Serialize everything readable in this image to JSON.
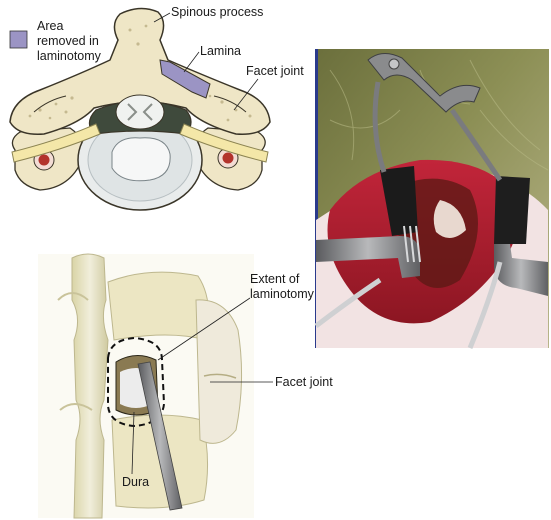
{
  "legend": {
    "swatch_color": "#9b94c4",
    "lines": [
      "Area",
      "removed in",
      "laminotomy"
    ]
  },
  "top_panel": {
    "spinous_process": "Spinous process",
    "lamina": "Lamina",
    "facet_joint": "Facet joint"
  },
  "bottom_panel": {
    "extent_lines": [
      "Extent of",
      "laminotomy"
    ],
    "facet_joint": "Facet joint",
    "dura": "Dura"
  },
  "colors": {
    "bone": "#efe6c6",
    "bone_outline": "#3a3528",
    "disc": "#d6dde0",
    "nerve": "#f4e7a8",
    "artery": "#b3332c",
    "lamina_highlight": "#9b94c4",
    "tissue_red": "#b41a28",
    "retractor": "#7e7e80"
  }
}
